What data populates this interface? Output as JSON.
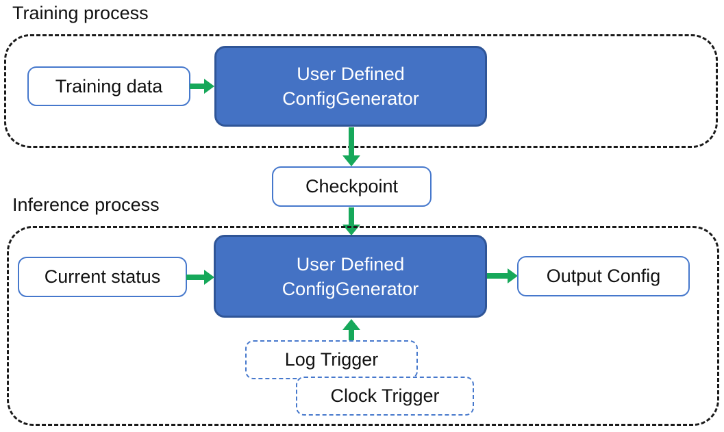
{
  "colors": {
    "blue_fill": "#4472C4",
    "blue_border": "#2F5597",
    "light_blue_border": "#4678CC",
    "arrow_green": "#16A85A",
    "dash_black": "#1A1A1A",
    "text_dark": "#111111",
    "text_light": "#FFFFFF"
  },
  "training": {
    "title": "Training process",
    "training_data_label": "Training data",
    "generator_line1": "User Defined",
    "generator_line2": "ConfigGenerator"
  },
  "checkpoint_label": "Checkpoint",
  "inference": {
    "title": "Inference process",
    "current_status_label": "Current status",
    "generator_line1": "User Defined",
    "generator_line2": "ConfigGenerator",
    "output_config_label": "Output Config",
    "log_trigger_label": "Log Trigger",
    "clock_trigger_label": "Clock Trigger"
  }
}
